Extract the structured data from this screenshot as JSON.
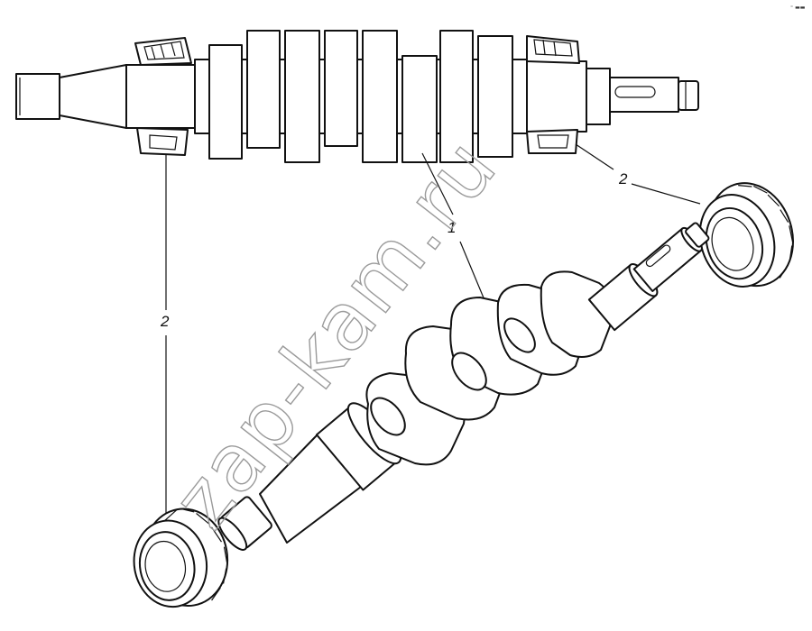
{
  "diagram": {
    "callouts": [
      {
        "id": "crankshaft",
        "label": "1"
      },
      {
        "id": "bearing-right",
        "label": "2"
      },
      {
        "id": "bearing-left",
        "label": "2"
      }
    ],
    "watermark": "zap-kam.ru",
    "corner_mark": "⁼ ▬▬"
  }
}
